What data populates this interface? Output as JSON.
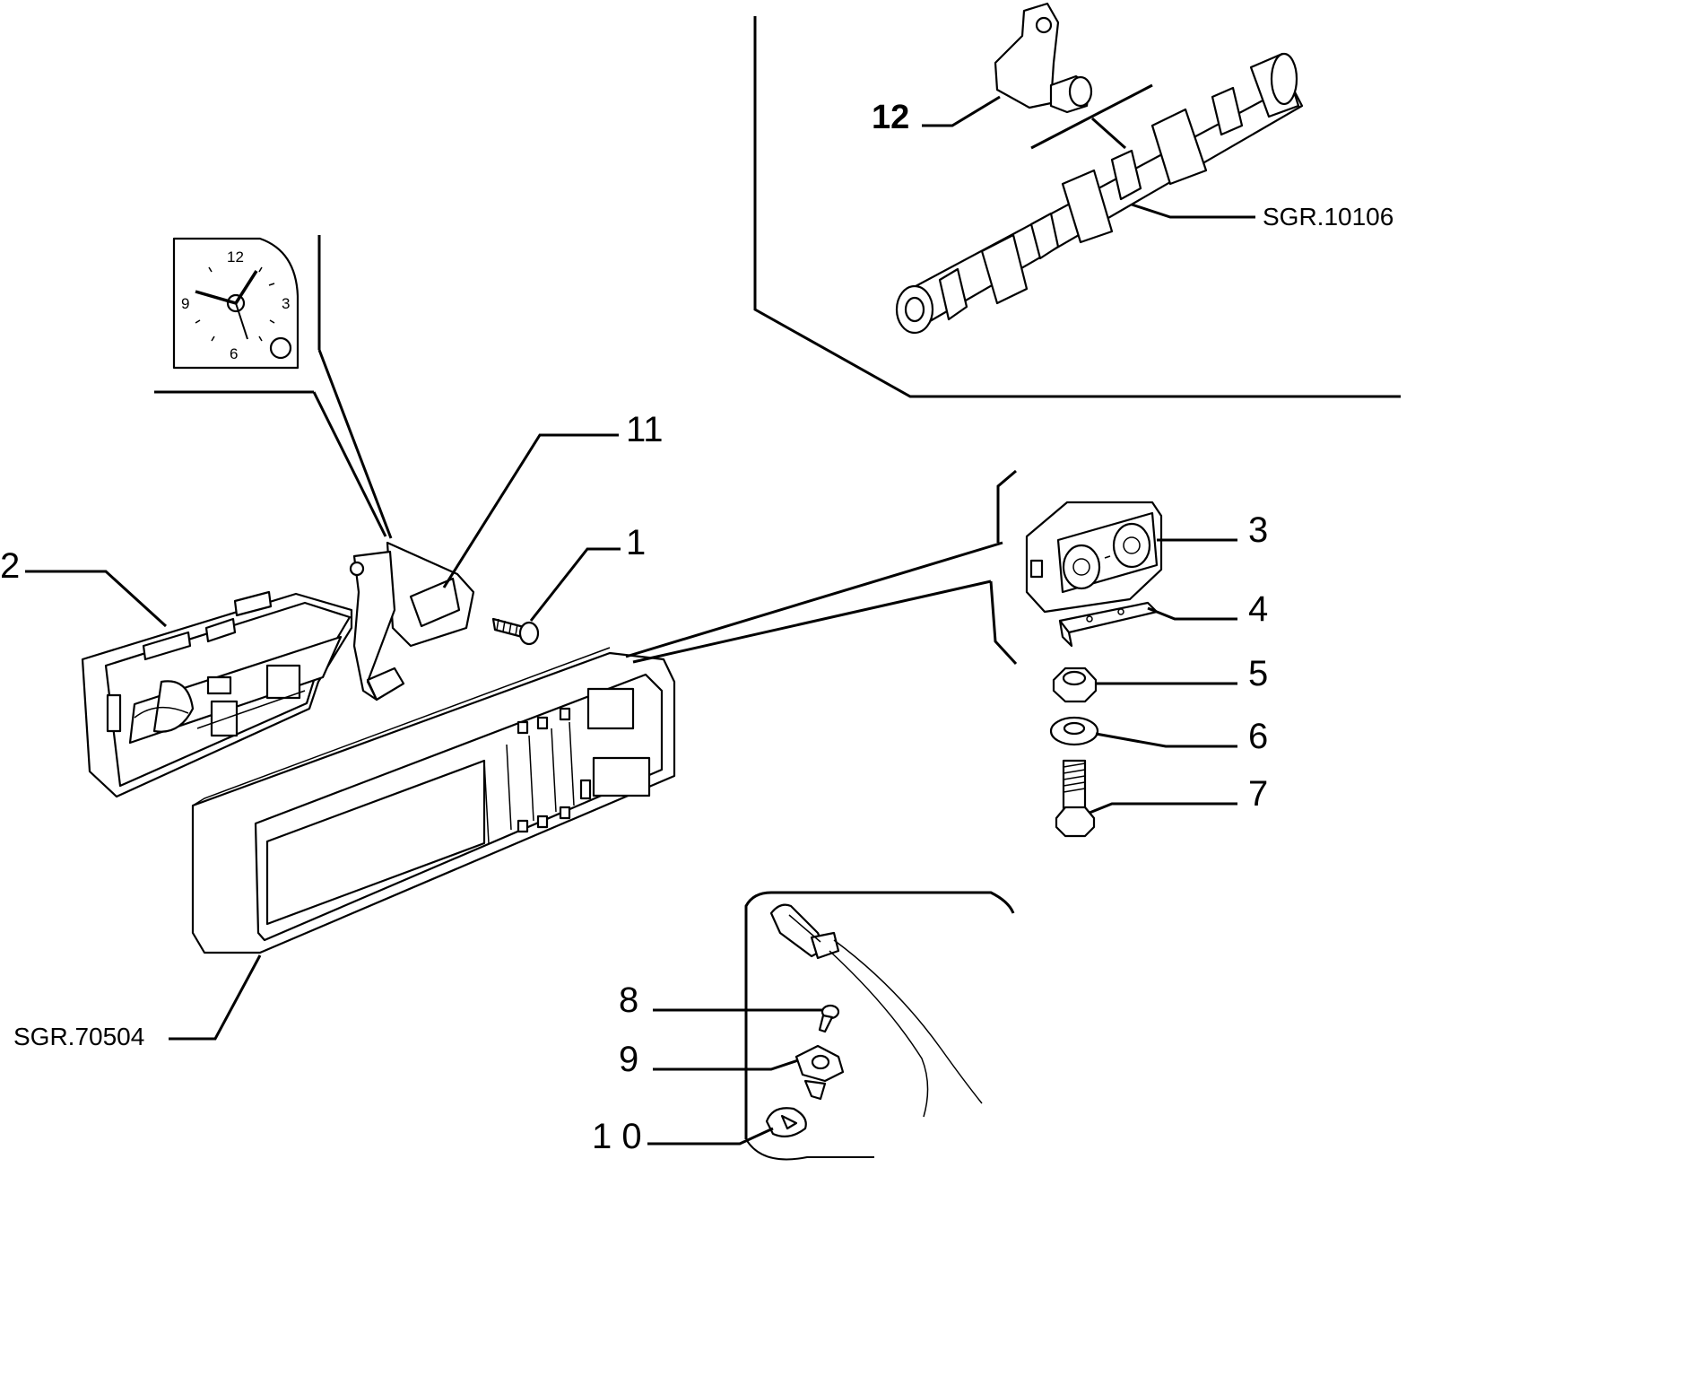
{
  "diagram": {
    "callouts": [
      {
        "id": "1",
        "label": "1"
      },
      {
        "id": "2",
        "label": "2"
      },
      {
        "id": "3",
        "label": "3"
      },
      {
        "id": "4",
        "label": "4"
      },
      {
        "id": "5",
        "label": "5"
      },
      {
        "id": "6",
        "label": "6"
      },
      {
        "id": "7",
        "label": "7"
      },
      {
        "id": "8",
        "label": "8"
      },
      {
        "id": "9",
        "label": "9"
      },
      {
        "id": "10",
        "label": "1 0"
      },
      {
        "id": "11",
        "label": "11"
      },
      {
        "id": "12",
        "label": "12"
      }
    ],
    "references": {
      "camshaft": "SGR.10106",
      "dashboard": "SGR.70504"
    },
    "clock_face": {
      "n12": "12",
      "n3": "3",
      "n6": "6",
      "n9": "9"
    }
  }
}
